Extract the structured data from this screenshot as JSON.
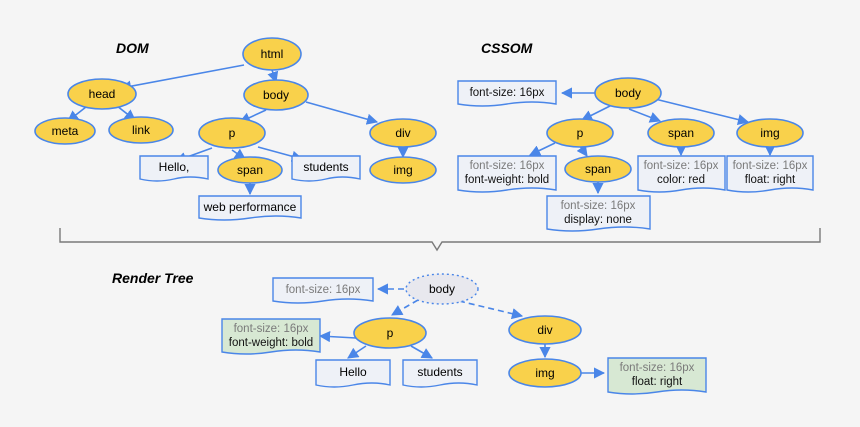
{
  "titles": {
    "dom": "DOM",
    "cssom": "CSSOM",
    "render_tree": "Render Tree"
  },
  "colors": {
    "node_fill": "#f9d14b",
    "node_stroke": "#4a86e8",
    "edge": "#4a86e8",
    "doc_fill": "#eef1f7",
    "doc_green_fill": "#d7e8d3",
    "dashed_node_fill": "#e8e8ee"
  },
  "dom": {
    "nodes": {
      "html": "html",
      "head": "head",
      "body": "body",
      "meta": "meta",
      "link": "link",
      "p": "p",
      "div": "div",
      "span": "span",
      "img": "img"
    },
    "texts": {
      "hello": "Hello,",
      "students": "students",
      "web_performance": "web performance"
    }
  },
  "cssom": {
    "nodes": {
      "body": "body",
      "p": "p",
      "span": "span",
      "img": "img",
      "p_span": "span"
    },
    "styles": {
      "body": "font-size: 16px",
      "p_line1": "font-size: 16px",
      "p_line2": "font-weight: bold",
      "p_span_line1": "font-size: 16px",
      "p_span_line2": "display: none",
      "span_line1": "font-size: 16px",
      "span_line2": "color: red",
      "img_line1": "font-size: 16px",
      "img_line2": "float: right"
    }
  },
  "render": {
    "nodes": {
      "body": "body",
      "p": "p",
      "div": "div",
      "img": "img"
    },
    "styles": {
      "body": "font-size: 16px",
      "p_line1": "font-size: 16px",
      "p_line2": "font-weight: bold",
      "img_line1": "font-size: 16px",
      "img_line2": "float: right"
    },
    "texts": {
      "hello": "Hello",
      "students": "students"
    }
  }
}
